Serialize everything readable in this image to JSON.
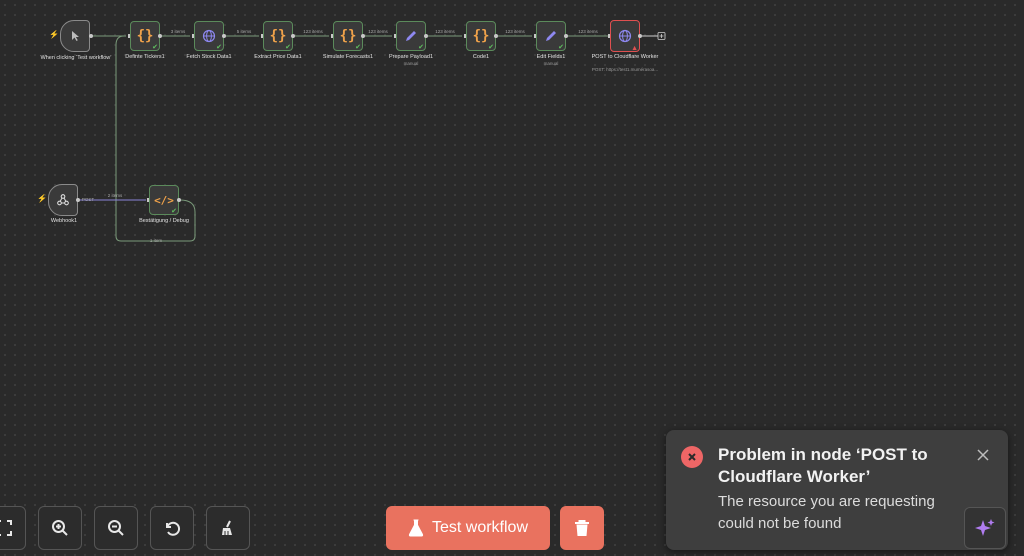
{
  "workflow": {
    "nodes": [
      {
        "id": "trigger",
        "label": "When clicking ‘Test workflow’",
        "icon": "pointer-icon",
        "kind": "trigger"
      },
      {
        "id": "define_tickers",
        "label": "Definte Tickers1",
        "icon": "code-braces-icon",
        "kind": "code"
      },
      {
        "id": "fetch_stock",
        "label": "Fetch Stock Data1",
        "icon": "globe-icon",
        "kind": "http"
      },
      {
        "id": "extract_price",
        "label": "Extract Price Data1",
        "icon": "code-braces-icon",
        "kind": "code"
      },
      {
        "id": "simulate",
        "label": "Simulate Forecasts1",
        "icon": "code-braces-icon",
        "kind": "code"
      },
      {
        "id": "prepare_payload",
        "label": "Prepare Payload1",
        "sub": "manual",
        "icon": "pencil-icon",
        "kind": "edit"
      },
      {
        "id": "code1",
        "label": "Code1",
        "icon": "code-braces-icon",
        "kind": "code"
      },
      {
        "id": "edit_fields",
        "label": "Edit Fields1",
        "sub": "manual",
        "icon": "pencil-icon",
        "kind": "edit"
      },
      {
        "id": "post_cf",
        "label": "POST to Cloudflare Worker",
        "sub": "POST: https://test1.mumérasoa...",
        "icon": "globe-icon",
        "kind": "http",
        "status": "error"
      },
      {
        "id": "webhook",
        "label": "Webhook1",
        "icon": "webhook-icon",
        "kind": "trigger"
      },
      {
        "id": "debug",
        "label": "Bestätigung / Debug",
        "icon": "code-tag-icon",
        "kind": "code"
      }
    ],
    "edges": [
      {
        "label": "3 items"
      },
      {
        "label": "5 items"
      },
      {
        "label": "123 items"
      },
      {
        "label": "123 items"
      },
      {
        "label": "123 items"
      },
      {
        "label": "123 items"
      },
      {
        "label": "123 items"
      },
      {
        "label": "2 items"
      },
      {
        "label": "1 item"
      }
    ],
    "webhook_output_label": "POST"
  },
  "toolbar": {
    "buttons": [
      {
        "name": "fit-view-button",
        "icon": "fit-view-icon"
      },
      {
        "name": "zoom-in-button",
        "icon": "zoom-in-icon"
      },
      {
        "name": "zoom-out-button",
        "icon": "zoom-out-icon"
      },
      {
        "name": "reset-zoom-button",
        "icon": "undo-icon"
      },
      {
        "name": "tidy-up-button",
        "icon": "broom-icon"
      }
    ],
    "test_workflow_label": "Test workflow",
    "delete_icon": "trash-icon"
  },
  "toast": {
    "title": "Problem in node ‘POST to Cloudflare Worker’",
    "message": "The resource you are requesting could not be found",
    "close_icon": "close-icon",
    "status_icon": "error-circle-icon"
  },
  "colors": {
    "accent": "#e9725f",
    "error": "#e05050",
    "success": "#5fbf5f",
    "canvas_bg": "#2a2a2a"
  }
}
